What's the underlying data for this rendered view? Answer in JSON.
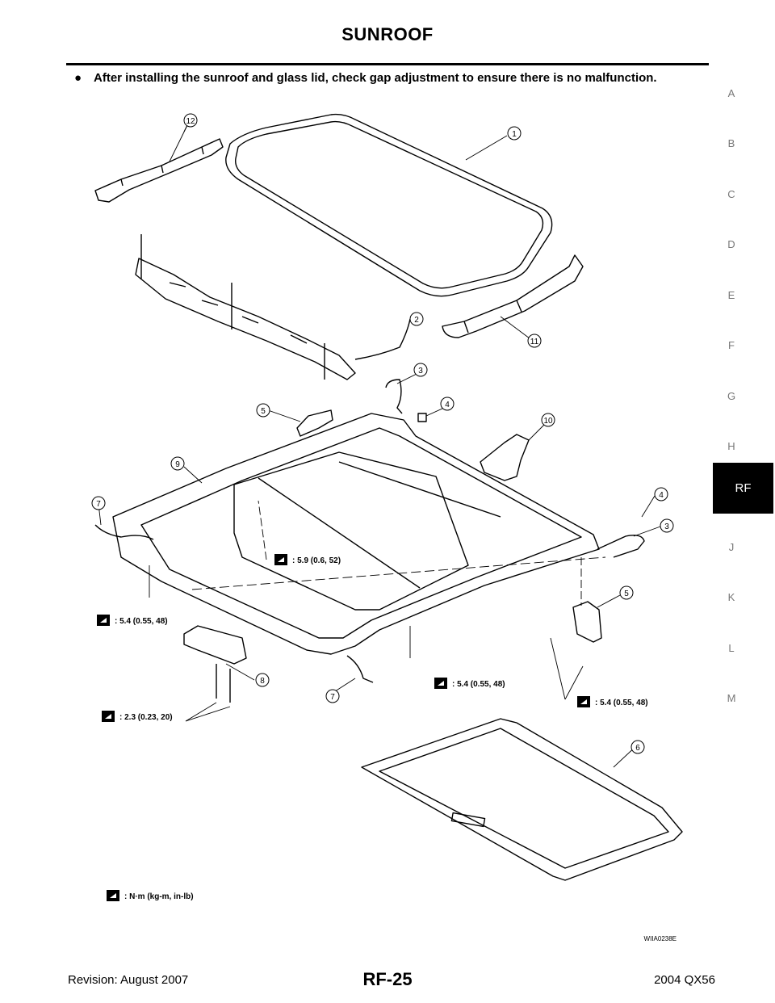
{
  "header": {
    "title": "SUNROOF"
  },
  "note": {
    "bullet": "●",
    "text": "After installing the sunroof and glass lid, check gap adjustment to ensure there is no malfunction."
  },
  "side_index": {
    "letters": [
      "A",
      "B",
      "C",
      "D",
      "E",
      "F",
      "G",
      "H",
      "RF",
      "J",
      "K",
      "L",
      "M"
    ],
    "active": "RF"
  },
  "diagram": {
    "callouts": [
      "1",
      "2",
      "3",
      "4",
      "5",
      "6",
      "7",
      "8",
      "9",
      "10",
      "11",
      "12"
    ],
    "torque_specs": [
      ": 5.9 (0.6, 52)",
      ": 5.4 (0.55, 48)",
      ": 2.3 (0.23, 20)",
      ": 5.4 (0.55, 48)",
      ": 5.4 (0.55, 48)"
    ],
    "legend": ": N·m (kg-m, in-lb)",
    "figure_id": "WIIA0238E"
  },
  "footer": {
    "revision": "Revision: August 2007",
    "page": "RF-25",
    "model": "2004 QX56"
  }
}
